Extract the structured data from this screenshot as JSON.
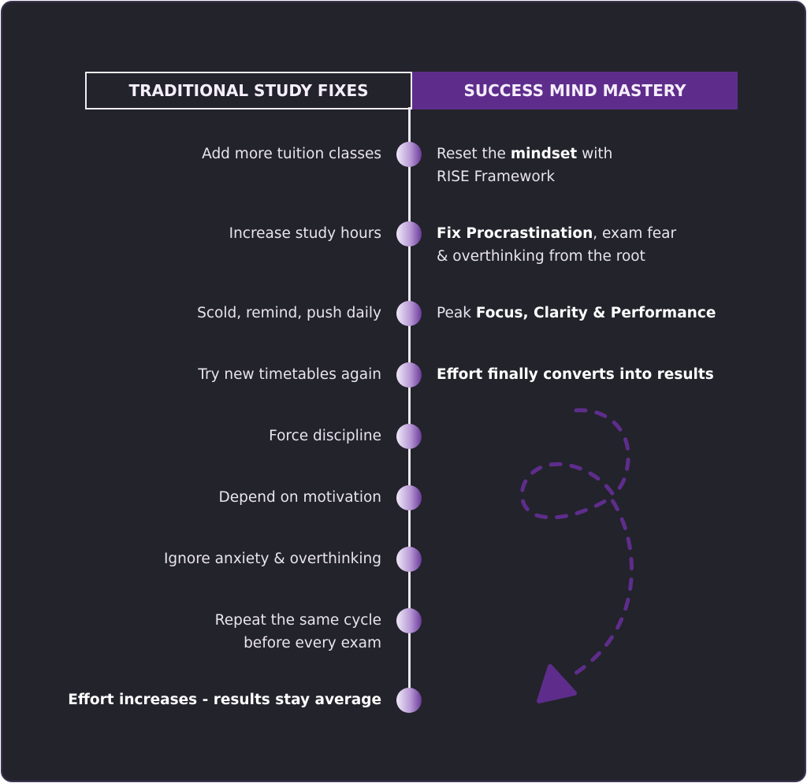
{
  "headers": {
    "left": "TRADITIONAL STUDY FIXES",
    "right": "SUCCESS MIND MASTERY"
  },
  "left_items": [
    "Add more tuition classes",
    "Increase study hours",
    "Scold, remind, push daily",
    "Try new timetables again",
    "Force discipline",
    "Depend on motivation",
    "Ignore anxiety & overthinking",
    "Repeat the same cycle",
    "before every exam",
    "Effort increases - results stay average"
  ],
  "right_items": [
    {
      "a": "Reset the ",
      "b": "mindset",
      "c": " with",
      "d": "RISE Framework"
    },
    {
      "b": "Fix Procrastination",
      "c": ", exam fear",
      "d": "& overthinking from the root"
    },
    {
      "a": "Peak ",
      "b": "Focus, Clarity & Performance"
    },
    {
      "b": "Effort finally converts into results"
    }
  ],
  "colors": {
    "background": "#23232b",
    "accent": "#5e2d8c",
    "text": "#e8e4ee"
  }
}
